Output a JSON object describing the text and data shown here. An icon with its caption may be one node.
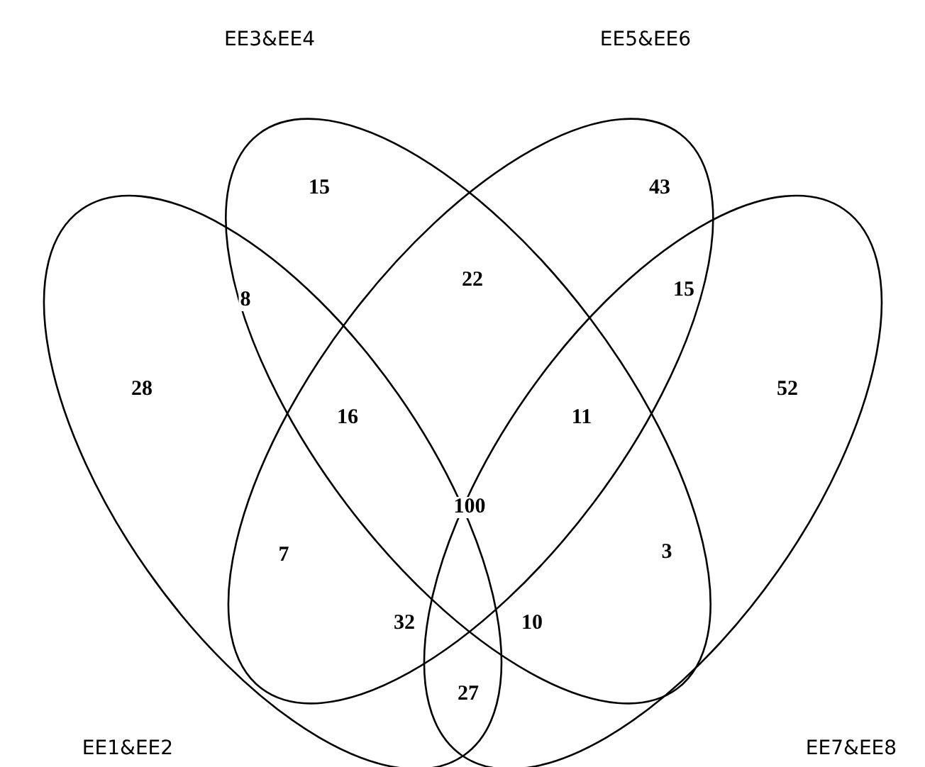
{
  "diagram": {
    "nodes": [
      {
        "text": [
          "EE3&EE4"
        ]
      },
      {
        "text": [
          "EE5&EE6"
        ]
      },
      {
        "text": [
          "EE1&EE2"
        ]
      },
      {
        "text": [
          "EE7&EE8"
        ]
      }
    ],
    "labels": [
      "15",
      "43",
      "22",
      "15",
      "8",
      "28",
      "52",
      "16",
      "11",
      "100",
      "7",
      "3",
      "32",
      "10",
      "27"
    ]
  }
}
